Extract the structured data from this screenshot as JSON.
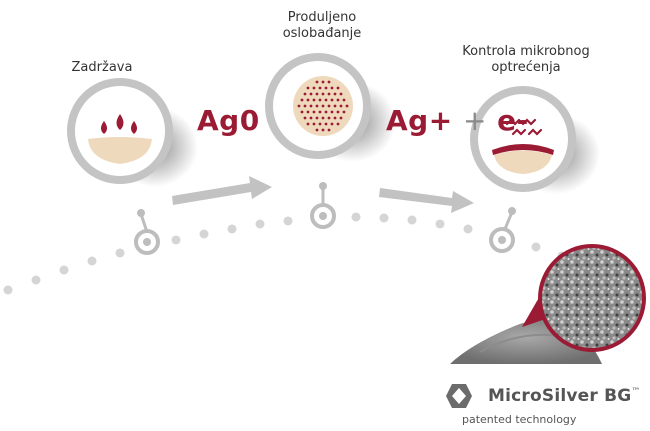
{
  "steps": [
    {
      "label": "Zadržava",
      "icon": "liquid-drops-on-pad-icon"
    },
    {
      "label_lines": [
        "Produljeno",
        "oslobađanje"
      ],
      "icon": "dotted-sphere-icon"
    },
    {
      "label_lines": [
        "Kontrola mikrobnog",
        "optrećenja"
      ],
      "icon": "wavy-lines-over-pad-icon"
    }
  ],
  "chem": {
    "first": "Ag0",
    "second": "Ag+",
    "plus": "+",
    "third": "e-"
  },
  "brand": {
    "name": "MicroSilver BG",
    "trademark": "™",
    "tagline": "patented technology",
    "logo_icon": "microsilver-shield-logo"
  },
  "colors": {
    "accent": "#9b1b35",
    "beige": "#efd9bd",
    "gray": "#bdbdbd",
    "text": "#333333"
  }
}
